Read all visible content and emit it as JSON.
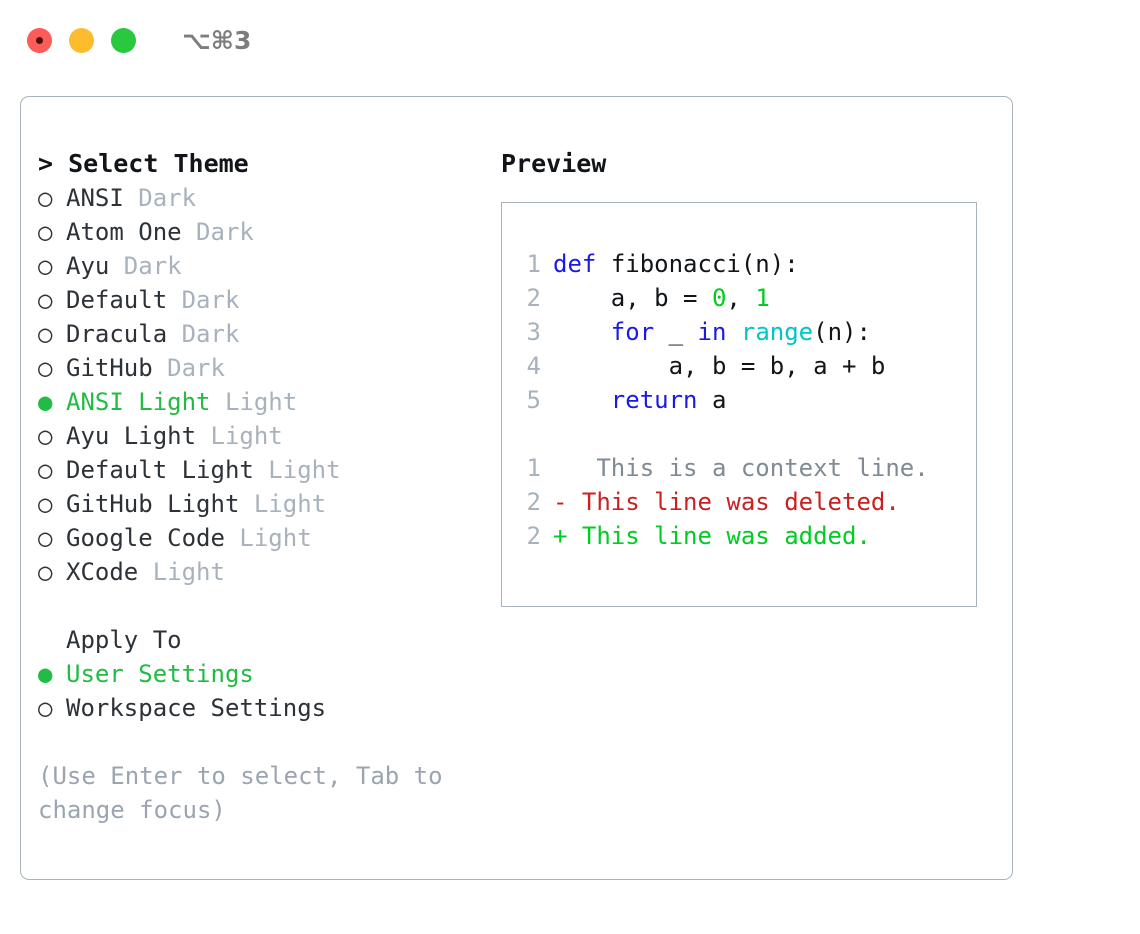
{
  "titlebar": {
    "shortcut": "⌥⌘3",
    "buttons": [
      "close",
      "minimize",
      "maximize"
    ]
  },
  "theme_picker": {
    "header": "> Select Theme",
    "markers": {
      "selected": "●",
      "unselected": "○"
    },
    "selected_color": "#22bb44",
    "items": [
      {
        "marker": "○",
        "name": "ANSI",
        "kind": " Dark",
        "selected": false
      },
      {
        "marker": "○",
        "name": "Atom One",
        "kind": " Dark",
        "selected": false
      },
      {
        "marker": "○",
        "name": "Ayu",
        "kind": " Dark",
        "selected": false
      },
      {
        "marker": "○",
        "name": "Default",
        "kind": " Dark",
        "selected": false
      },
      {
        "marker": "○",
        "name": "Dracula",
        "kind": " Dark",
        "selected": false
      },
      {
        "marker": "○",
        "name": "GitHub",
        "kind": " Dark",
        "selected": false
      },
      {
        "marker": "●",
        "name": "ANSI Light",
        "kind": " Light",
        "selected": true
      },
      {
        "marker": "○",
        "name": "Ayu Light",
        "kind": " Light",
        "selected": false
      },
      {
        "marker": "○",
        "name": "Default Light",
        "kind": " Light",
        "selected": false
      },
      {
        "marker": "○",
        "name": "GitHub Light",
        "kind": " Light",
        "selected": false
      },
      {
        "marker": "○",
        "name": "Google Code",
        "kind": " Light",
        "selected": false
      },
      {
        "marker": "○",
        "name": "XCode",
        "kind": " Light",
        "selected": false
      }
    ]
  },
  "apply_to": {
    "header": "Apply To",
    "items": [
      {
        "marker": "●",
        "name": "User Settings",
        "selected": true
      },
      {
        "marker": "○",
        "name": "Workspace Settings",
        "selected": false
      }
    ]
  },
  "hint": "(Use Enter to select, Tab to change focus)",
  "preview": {
    "title": "Preview",
    "code": [
      {
        "no": "1",
        "tokens": [
          {
            "t": "def",
            "c": "kw"
          },
          {
            "t": " ",
            "c": "plain"
          },
          {
            "t": "fibonacci(n):",
            "c": "id"
          }
        ]
      },
      {
        "no": "2",
        "tokens": [
          {
            "t": "    a, b = ",
            "c": "plain"
          },
          {
            "t": "0",
            "c": "num"
          },
          {
            "t": ", ",
            "c": "plain"
          },
          {
            "t": "1",
            "c": "num"
          }
        ]
      },
      {
        "no": "3",
        "tokens": [
          {
            "t": "    ",
            "c": "plain"
          },
          {
            "t": "for",
            "c": "kw"
          },
          {
            "t": " _ ",
            "c": "plain"
          },
          {
            "t": "in",
            "c": "kw"
          },
          {
            "t": " ",
            "c": "plain"
          },
          {
            "t": "range",
            "c": "fn"
          },
          {
            "t": "(n):",
            "c": "plain"
          }
        ]
      },
      {
        "no": "4",
        "tokens": [
          {
            "t": "        a, b = b, a + b",
            "c": "plain"
          }
        ]
      },
      {
        "no": "5",
        "tokens": [
          {
            "t": "    ",
            "c": "plain"
          },
          {
            "t": "return",
            "c": "kw"
          },
          {
            "t": " a",
            "c": "plain"
          }
        ]
      }
    ],
    "diff": [
      {
        "no": "1",
        "prefix": "  ",
        "text": " This is a context line.",
        "c": "ctx"
      },
      {
        "no": "2",
        "prefix": "- ",
        "text": "This line was deleted.",
        "c": "del"
      },
      {
        "no": "2",
        "prefix": "+ ",
        "text": "This line was added.",
        "c": "add"
      }
    ]
  },
  "colors": {
    "panel_border": "#a9b3c0",
    "text_primary": "#2d3238",
    "text_muted": "#a8b2bd",
    "accent_green": "#22bb44",
    "keyword_blue": "#1a1ae6",
    "builtin_cyan": "#00c5c7",
    "number_green": "#00cc22",
    "diff_red": "#cc2020",
    "diff_green": "#00cc22"
  }
}
